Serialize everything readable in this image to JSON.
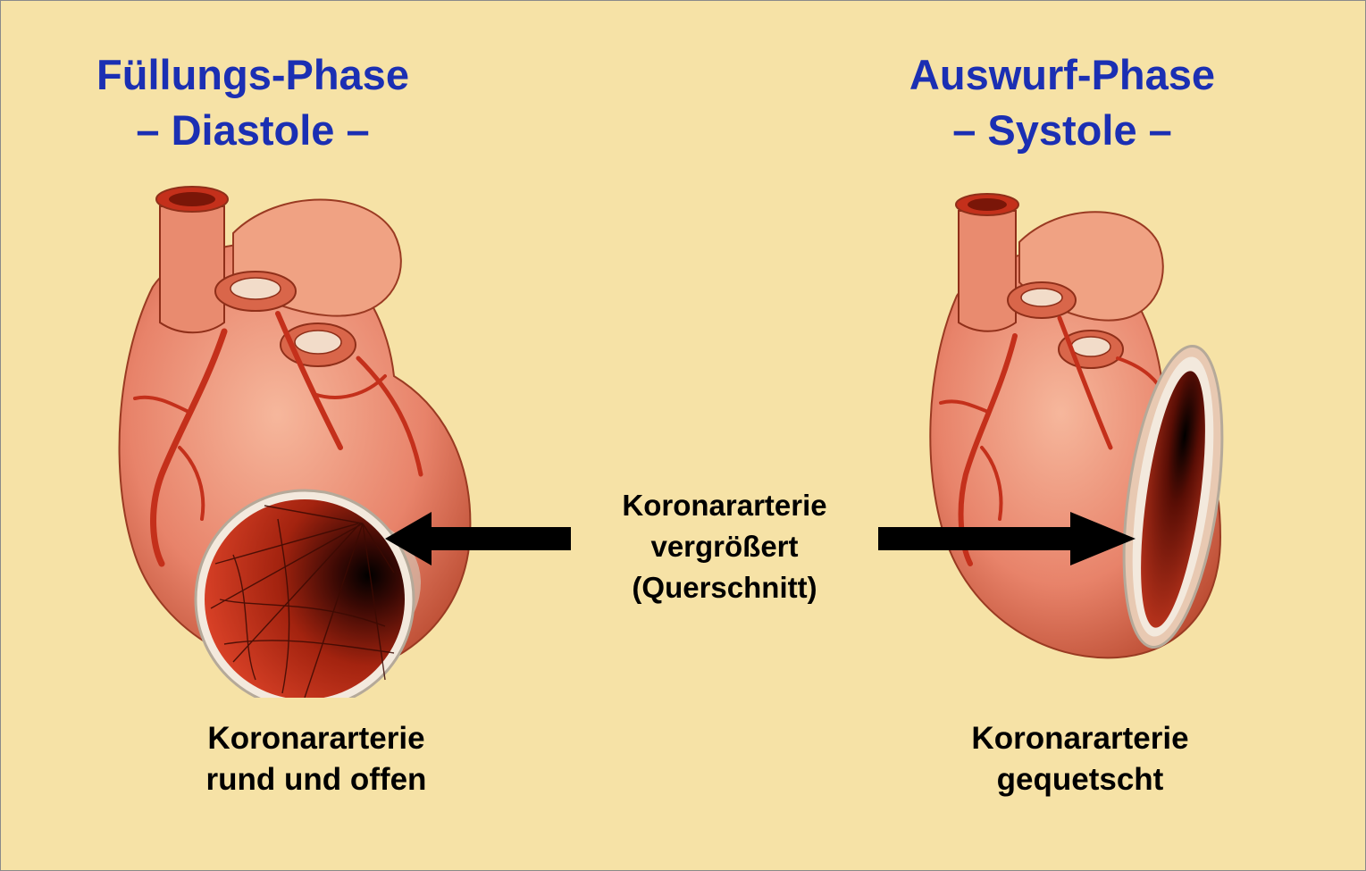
{
  "left_panel": {
    "title_line1": "Füllungs-Phase",
    "title_line2": "– Diastole –",
    "caption_line1": "Koronararterie",
    "caption_line2": "rund und offen"
  },
  "right_panel": {
    "title_line1": "Auswurf-Phase",
    "title_line2": "– Systole –",
    "caption_line1": "Koronararterie",
    "caption_line2": "gequetscht"
  },
  "center_label": {
    "line1": "Koronararterie",
    "line2": "vergrößert",
    "line3": "(Querschnitt)"
  },
  "colors": {
    "background": "#f6e2a6",
    "title": "#1b2fb3",
    "heart": "#e8836a",
    "artery": "#c4301b",
    "arrow": "#000000"
  }
}
